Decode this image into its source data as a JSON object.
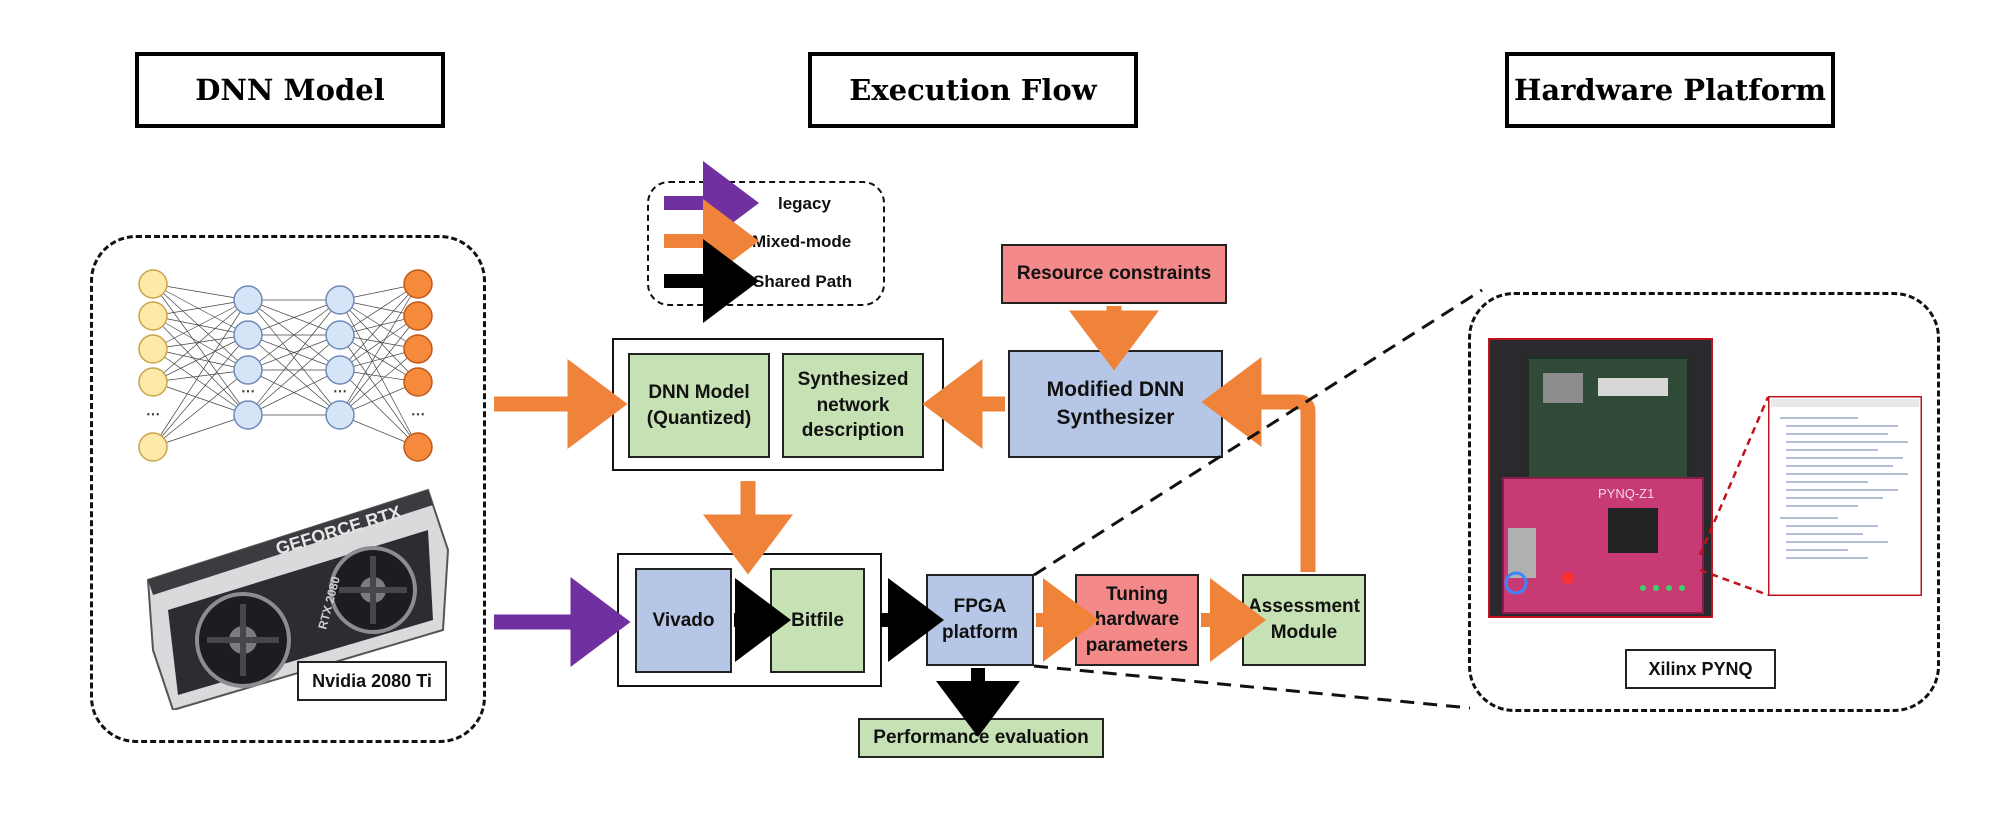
{
  "headers": {
    "dnn_model": "DNN Model",
    "execution_flow": "Execution Flow",
    "hardware_platform": "Hardware Platform"
  },
  "legend": {
    "legacy": "legacy",
    "mixed_mode": "Mixed-mode",
    "shared_path": "Shared Path"
  },
  "colors": {
    "legacy": "#7030a0",
    "mixed_mode": "#ef8339",
    "shared_path": "#000000",
    "green_box": "#c6e1b3",
    "blue_box": "#b5c6e6",
    "red_box": "#f4898a"
  },
  "boxes": {
    "dnn_model_quantized": "DNN Model\n(Quantized)",
    "synthesized_network": "Synthesized\nnetwork\ndescription",
    "resource_constraints": "Resource constraints",
    "modified_dnn_synthesizer": "Modified DNN\nSynthesizer",
    "vivado": "Vivado",
    "bitfile": "Bitfile",
    "fpga_platform": "FPGA\nplatform",
    "tuning_hardware_parameters": "Tuning\nhardware\nparameters",
    "assessment_module": "Assessment\nModule",
    "performance_evaluation": "Performance evaluation"
  },
  "labels": {
    "gpu": "Nvidia 2080 Ti",
    "board": "Xilinx PYNQ",
    "gpu_brand": "GEFORCE RTX",
    "gpu_model": "RTX 2080",
    "board_name": "PYNQ-Z1"
  }
}
